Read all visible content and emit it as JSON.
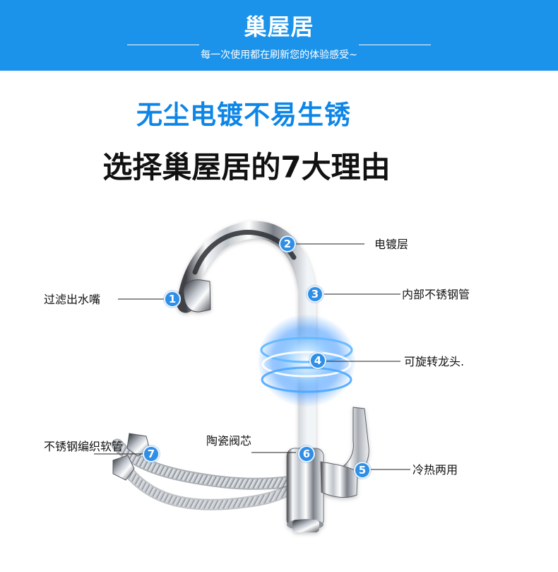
{
  "header": {
    "brand": "巢屋居",
    "subtitle": "每一次使用都在刷新您的体验感受~"
  },
  "headline": {
    "feature": "无尘电镀不易生锈",
    "reasons": "选择巢屋居的7大理由"
  },
  "callouts": [
    {
      "number": "1",
      "label": "过滤出水嘴"
    },
    {
      "number": "2",
      "label": "电镀层"
    },
    {
      "number": "3",
      "label": "内部不锈钢管"
    },
    {
      "number": "4",
      "label": "可旋转龙头."
    },
    {
      "number": "5",
      "label": "冷热两用"
    },
    {
      "number": "6",
      "label": "陶瓷阀芯"
    },
    {
      "number": "7",
      "label": "不锈钢编织软管"
    }
  ],
  "colors": {
    "header_blue": "#1b93ea",
    "marker_blue": "#2f8ee5",
    "glow_blue": "#2b8cff"
  }
}
